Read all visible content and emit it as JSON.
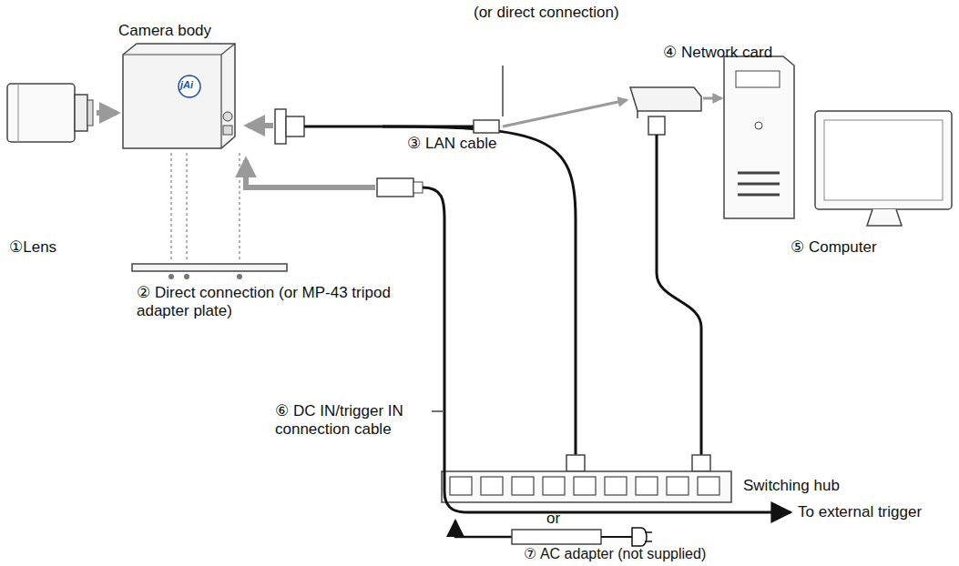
{
  "diagram": {
    "labels": [
      "(or direct connection)",
      "Camera body",
      "④ Network card",
      "①Lens",
      "③ LAN cable",
      "⑤ Computer",
      "② Direct connection (or MP-43 tripod adapter plate)",
      "Switching hub",
      "⑥ DC IN/trigger IN connection cable",
      "To external trigger",
      "or",
      "⑦ AC adapter (not supplied)",
      "jAi"
    ]
  }
}
